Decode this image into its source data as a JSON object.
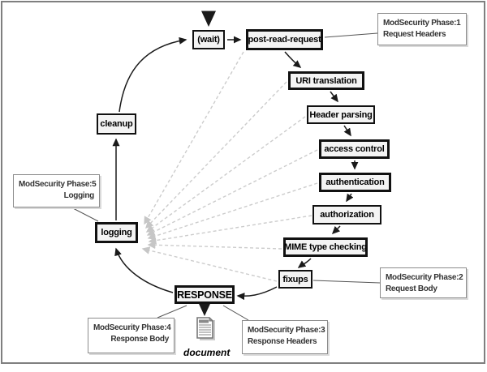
{
  "diagram": {
    "title_implicit": "Apache request cycle with ModSecurity phases",
    "nodes": {
      "wait": {
        "label": "(wait)"
      },
      "post_read": {
        "label": "post-read-request"
      },
      "uri": {
        "label": "URI translation"
      },
      "header": {
        "label": "Header parsing"
      },
      "access": {
        "label": "access control"
      },
      "authn": {
        "label": "authentication"
      },
      "authz": {
        "label": "authorization"
      },
      "mime": {
        "label": "MIME type checking"
      },
      "fixups": {
        "label": "fixups"
      },
      "response": {
        "label": "RESPONSE"
      },
      "logging": {
        "label": "logging"
      },
      "cleanup": {
        "label": "cleanup"
      }
    },
    "annotations": {
      "phase1": {
        "line1": "ModSecurity Phase:1",
        "line2": "Request Headers"
      },
      "phase2": {
        "line1": "ModSecurity Phase:2",
        "line2": "Request Body"
      },
      "phase3": {
        "line1": "ModSecurity Phase:3",
        "line2": "Response Headers"
      },
      "phase4": {
        "line1": "ModSecurity Phase:4",
        "line2": "Response Body"
      },
      "phase5": {
        "line1": "ModSecurity Phase:5",
        "line2": "Logging"
      }
    },
    "document_label": "document",
    "icons": [
      "entry-arrow-icon",
      "document-icon"
    ],
    "colors": {
      "node_fill": "#f4f4f4",
      "node_border": "#111111",
      "note_border": "#8c8c8c",
      "dashed_arrow": "#cccccc",
      "solid_arrow": "#1a1a1a",
      "frame_border": "#7f7f7f",
      "note_text": "#333333"
    }
  }
}
